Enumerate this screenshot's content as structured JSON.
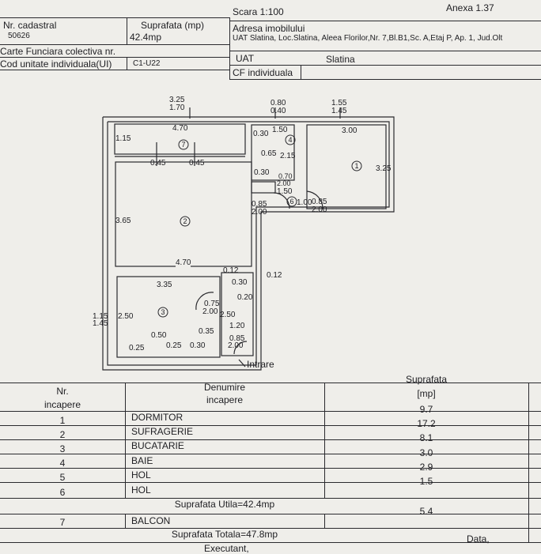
{
  "header": {
    "scale": "Scara 1:100",
    "annex": "Anexa 1.37",
    "nr_cadastral_label": "Nr. cadastral",
    "nr_cadastral_value": "50626",
    "suprafata_label": "Suprafata (mp)",
    "suprafata_value": "42.4mp",
    "adresa_label": "Adresa imobilului",
    "adresa_value": "UAT Slatina, Loc.Slatina, Aleea Florilor,Nr. 7,Bl.B1,Sc. A,Etaj P, Ap. 1, Jud.Olt",
    "carte_funciara_label": "Carte Funciara colectiva nr.",
    "cod_ui_label": "Cod unitate individuala(UI)",
    "cod_ui_value": "C1-U22",
    "uat_label": "UAT",
    "uat_value": "Slatina",
    "cf_label": "CF individuala"
  },
  "plan": {
    "dims": {
      "top_left": [
        "3.25",
        "1.70"
      ],
      "top_mid": [
        "0.80",
        "0.40"
      ],
      "top_right": [
        "1.55",
        "1.45"
      ],
      "d_470_top": "4.70",
      "d_150": "1.50",
      "d_300": "3.00",
      "d_115": "1.15",
      "d_030a": "0.30",
      "d_065": "0.65",
      "d_215": "2.15",
      "d_045a": "0.45",
      "d_045b": "0.45",
      "d_325": "3.25",
      "d_030b": "0.30",
      "d_070": "0.70",
      "d_200a": "2.00",
      "d_150b": "1.50",
      "door_085a": [
        "0.85",
        "2.00"
      ],
      "d_100": "1.00",
      "door_085b": [
        "0.85",
        "2.00"
      ],
      "d_365": "3.65",
      "d_470_mid": "4.70",
      "d_012a": "0.12",
      "d_012b": "0.12",
      "d_030c": "0.30",
      "d_020": "0.20",
      "d_335": "3.35",
      "door_075": [
        "0.75",
        "2.00"
      ],
      "d_250a": "2.50",
      "d_115b": [
        "1.15",
        "1.45"
      ],
      "d_250b": "2.50",
      "d_035": "0.35",
      "d_120": "1.20",
      "d_050": "0.50",
      "d_025a": "0.25",
      "d_025b": "0.25",
      "d_030d": "0.30",
      "door_085c": [
        "0.85",
        "2.00"
      ]
    },
    "rooms": {
      "r1": "1",
      "r2": "2",
      "r3": "3",
      "r4": "4",
      "r6": "6",
      "r7": "7"
    },
    "entrance": "Intrare"
  },
  "table": {
    "col_nr": [
      "Nr.",
      "incapere"
    ],
    "col_name": [
      "Denumire",
      "incapere"
    ],
    "col_area": [
      "Suprafata",
      "[mp]"
    ],
    "rows": [
      {
        "nr": "",
        "name": "",
        "area": "9.7"
      },
      {
        "nr": "1",
        "name": "DORMITOR",
        "area": "17.2"
      },
      {
        "nr": "2",
        "name": "SUFRAGERIE",
        "area": "8.1"
      },
      {
        "nr": "3",
        "name": "BUCATARIE",
        "area": "3.0"
      },
      {
        "nr": "4",
        "name": "BAIE",
        "area": "2.9"
      },
      {
        "nr": "5",
        "name": "HOL",
        "area": "1.5"
      },
      {
        "nr": "6",
        "name": "HOL",
        "area": ""
      }
    ],
    "utila": "Suprafata Utila=42.4mp",
    "balcon": {
      "nr": "7",
      "name": "BALCON",
      "area": "5.4"
    },
    "totala": "Suprafata Totala=47.8mp",
    "executant": "Executant,",
    "data": "Data,"
  }
}
